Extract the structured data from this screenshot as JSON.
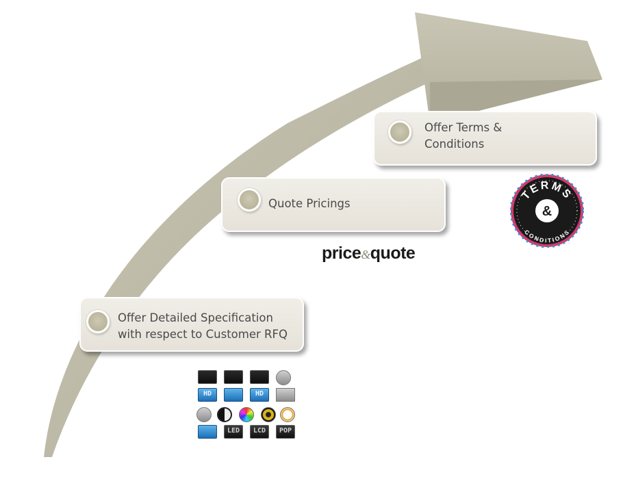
{
  "steps": [
    {
      "text": "Offer Detailed Specification\nwith respect to Customer RFQ"
    },
    {
      "text": "Quote Pricings"
    },
    {
      "text": "Offer Terms &\nConditions"
    }
  ],
  "price_quote_logo": {
    "price": "price",
    "amp": "&",
    "quote": "quote"
  },
  "terms_badge": {
    "top": "TERMS",
    "center": "&",
    "bottom": "CONDITIONS"
  },
  "icon_grid": {
    "icons": [
      "monitor-icon",
      "monitor-icon",
      "monitor-icon",
      "disc-icon",
      "hd-icon",
      "tools-icon",
      "hd-icon",
      "panel-icon",
      "circle-icon",
      "contrast-icon",
      "color-wheel-icon",
      "speaker-icon",
      "clock-icon",
      "cloud-icon",
      "led-icon",
      "lcd-icon",
      "pop-icon"
    ],
    "labels": {
      "hd": "HD",
      "led": "LED",
      "lcd": "LCD",
      "pop": "POP"
    }
  },
  "colors": {
    "arrow": "#bdbaa8",
    "card": "#ebe8e0",
    "text": "#4a4a4a",
    "bullet": "#bcb79d",
    "badge_ring": "#1a1a1a"
  }
}
